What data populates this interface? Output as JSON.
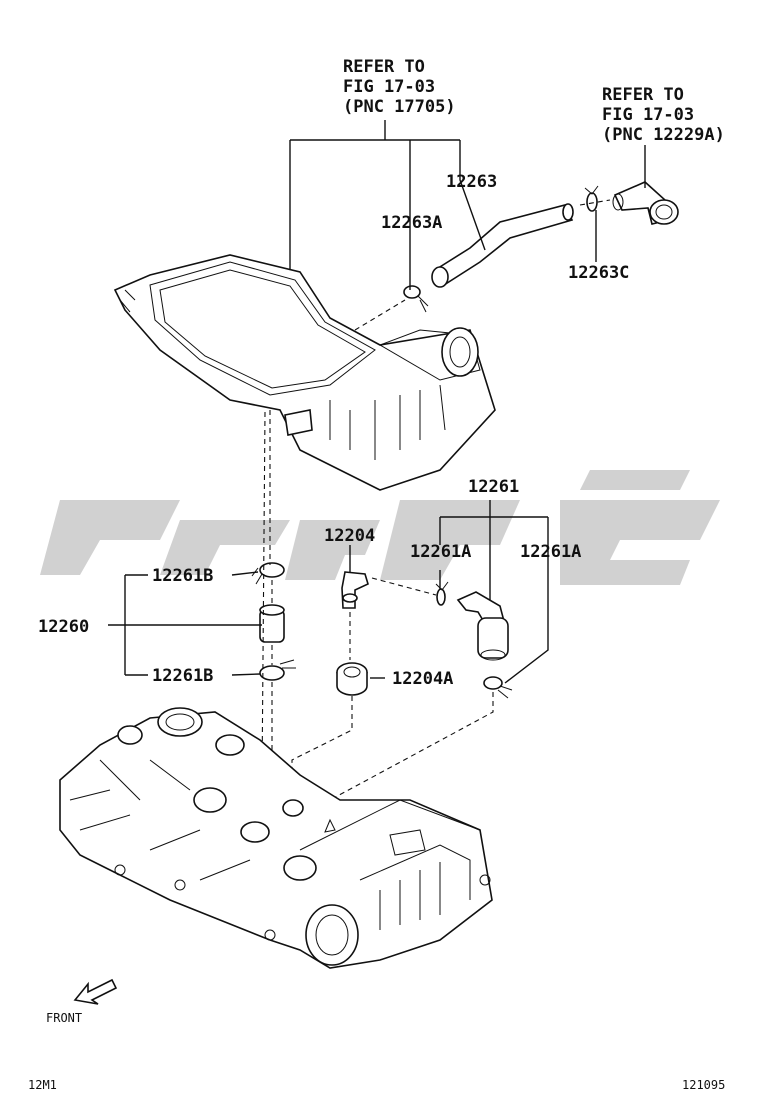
{
  "refs": {
    "left": [
      "REFER TO",
      "FIG 17-03",
      "(PNC 17705)"
    ],
    "right": [
      "REFER TO",
      "FIG 17-03",
      "(PNC 12229A)"
    ]
  },
  "labels": {
    "p12263": "12263",
    "p12263A": "12263A",
    "p12263C": "12263C",
    "p12261": "12261",
    "p12261A_left": "12261A",
    "p12261A_right": "12261A",
    "p12204": "12204",
    "p12204A": "12204A",
    "p12260": "12260",
    "p12261B_top": "12261B",
    "p12261B_bottom": "12261B"
  },
  "front_label": "FRONT",
  "footer": {
    "left_code": "12M1",
    "right_code": "121095"
  },
  "colors": {
    "line": "#111111",
    "watermark": "#c9c9c9"
  }
}
